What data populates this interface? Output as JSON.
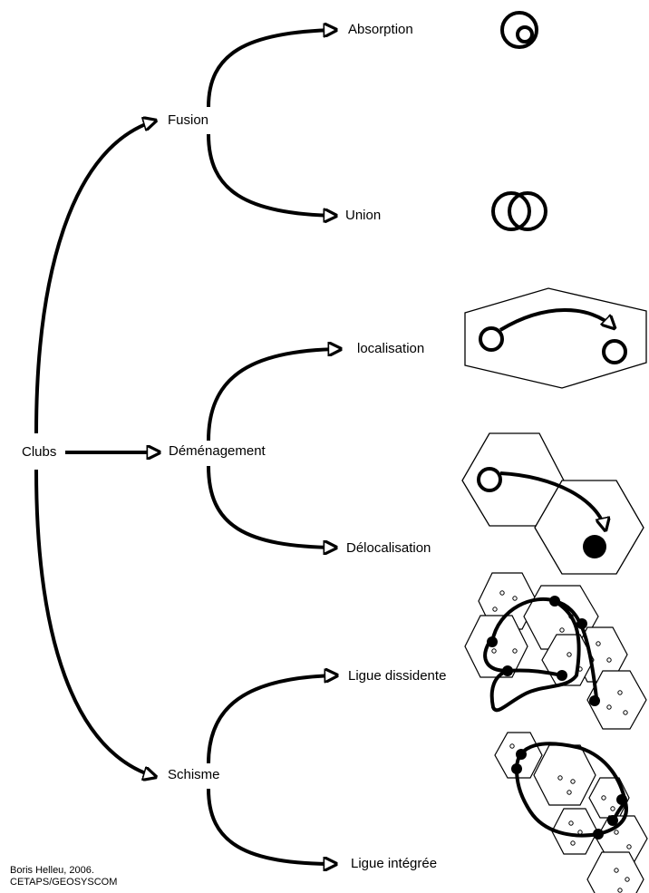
{
  "diagram": {
    "root": "Clubs",
    "branches": {
      "fusion": "Fusion",
      "demenagement": "Déménagement",
      "schisme": "Schisme"
    },
    "leaves": {
      "absorption": "Absorption",
      "union": "Union",
      "localisation": "localisation",
      "delocalisation": "Délocalisation",
      "ligue_dissidente": "Ligue dissidente",
      "ligue_integree": "Ligue intégrée"
    },
    "credit": {
      "author": "Boris Helleu, 2006.",
      "org": "CETAPS/GEOSYSCOM"
    }
  }
}
